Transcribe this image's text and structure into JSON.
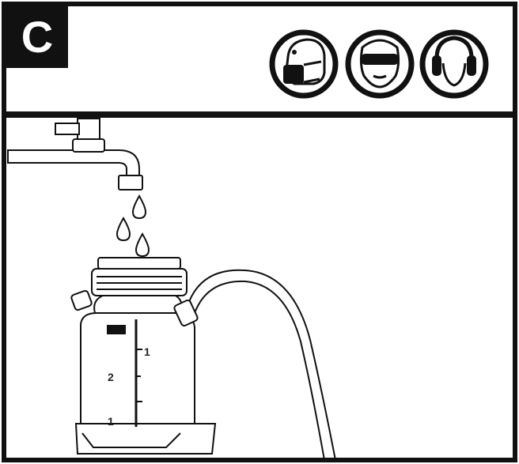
{
  "step": {
    "letter": "C"
  },
  "safety_icons": [
    {
      "icon": "dust-mask-icon"
    },
    {
      "icon": "safety-goggles-icon"
    },
    {
      "icon": "ear-protection-icon"
    }
  ],
  "tank": {
    "scale_left": [
      "2",
      "1"
    ],
    "scale_right": [
      "1"
    ]
  }
}
